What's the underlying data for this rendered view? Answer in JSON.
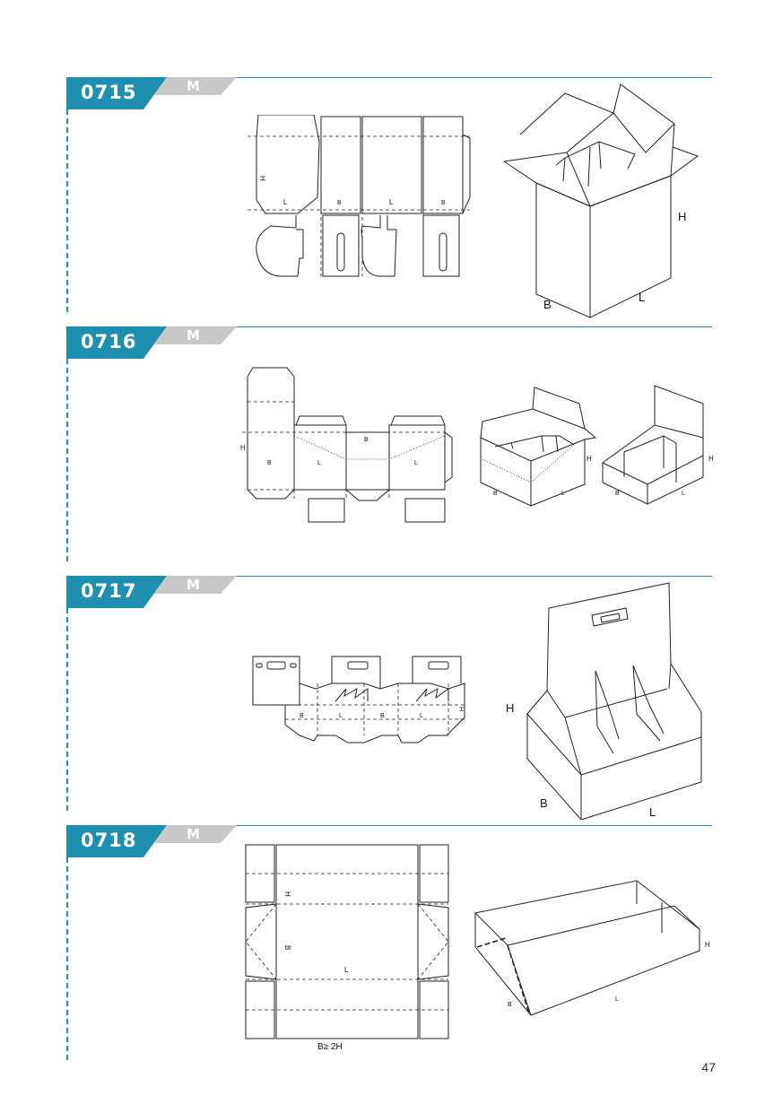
{
  "sections": [
    {
      "code": "0715",
      "tag": "M",
      "labels": {
        "h": "H",
        "l": "L",
        "b": "B"
      }
    },
    {
      "code": "0716",
      "tag": "M",
      "labels": {
        "h": "H",
        "l": "L",
        "b": "B"
      }
    },
    {
      "code": "0717",
      "tag": "M",
      "labels": {
        "h": "H",
        "l": "L",
        "b": "B"
      }
    },
    {
      "code": "0718",
      "tag": "M",
      "labels": {
        "h": "H",
        "l": "L",
        "b": "B"
      }
    }
  ],
  "note_0718": "B≥ 2H",
  "page_number": "47",
  "colors": {
    "accent": "#1f8fb0",
    "tag_gray": "#c8c8c8",
    "line": "#222222"
  }
}
